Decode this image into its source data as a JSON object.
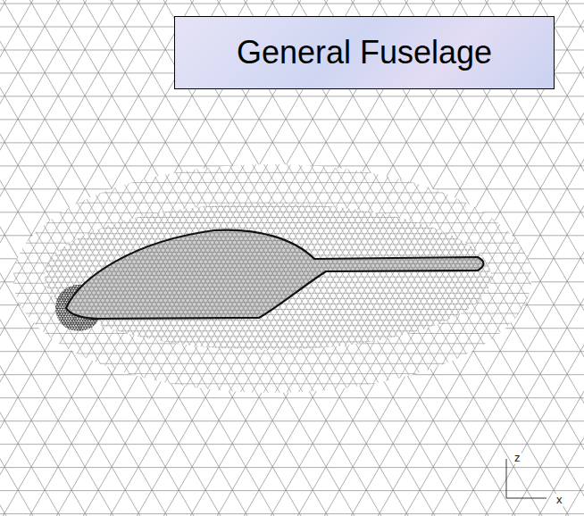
{
  "diagram": {
    "nodes": [
      {
        "text": [
          "General Fuselage"
        ]
      }
    ],
    "labels": [
      "z",
      "x"
    ]
  }
}
